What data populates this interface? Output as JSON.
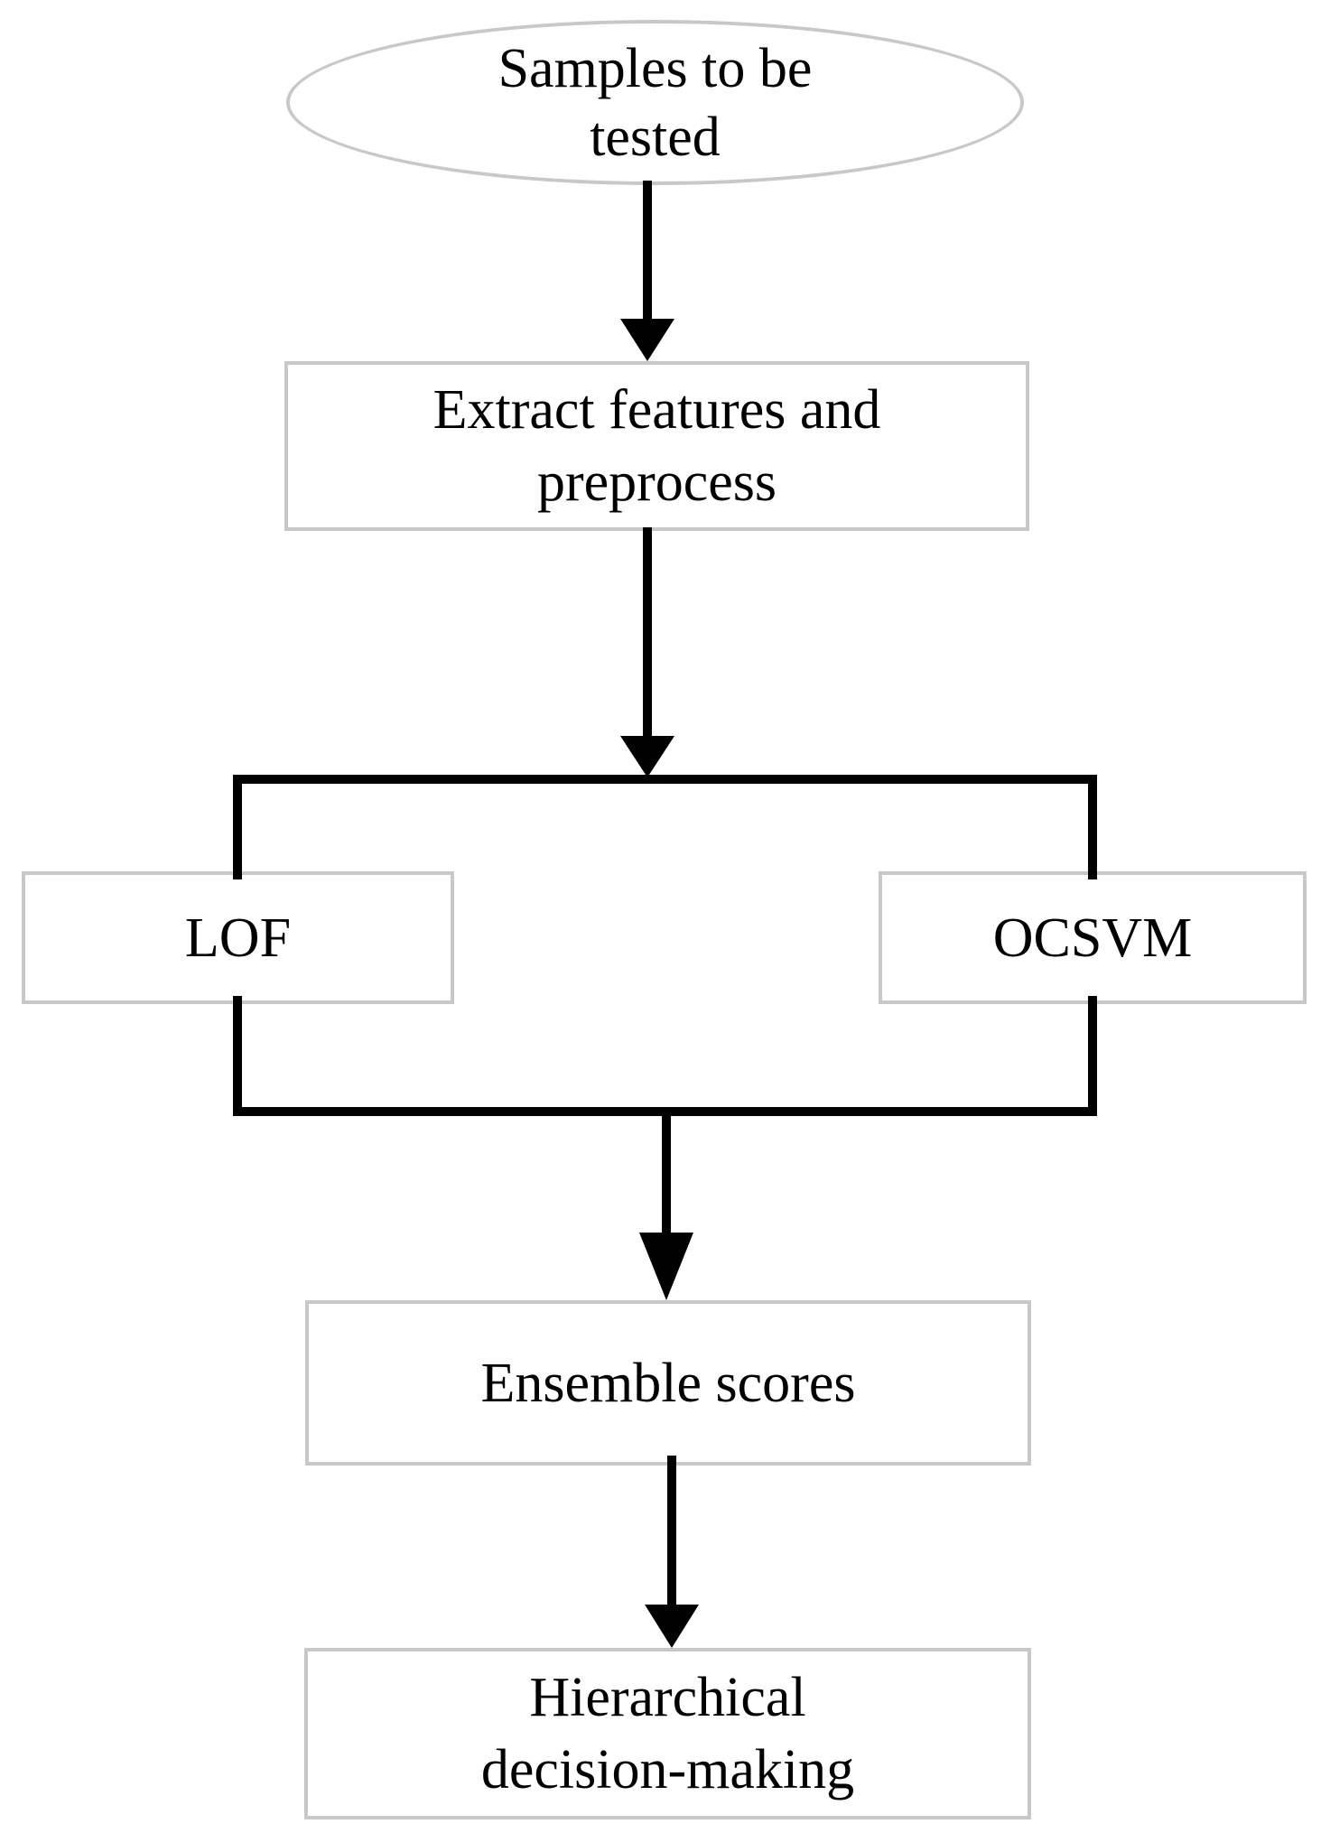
{
  "diagram": {
    "type": "flowchart",
    "colors": {
      "background": "#ffffff",
      "box_border": "#c8c8c8",
      "line": "#000000",
      "text": "#000000"
    },
    "nodes": {
      "samples": {
        "shape": "ellipse",
        "lines": [
          "Samples to be",
          "tested"
        ]
      },
      "extract": {
        "shape": "rect",
        "lines": [
          "Extract features and",
          "preprocess"
        ]
      },
      "lof": {
        "shape": "rect",
        "lines": [
          "LOF"
        ]
      },
      "ocsvm": {
        "shape": "rect",
        "lines": [
          "OCSVM"
        ]
      },
      "ensemble": {
        "shape": "rect",
        "lines": [
          "Ensemble scores"
        ]
      },
      "decision": {
        "shape": "rect",
        "lines": [
          "Hierarchical",
          "decision-making"
        ]
      }
    },
    "edges": [
      {
        "from": "samples",
        "to": "extract",
        "arrowhead": true
      },
      {
        "from": "extract",
        "to": "split",
        "arrowhead": true
      },
      {
        "from": "split",
        "to": "lof",
        "arrowhead": false
      },
      {
        "from": "split",
        "to": "ocsvm",
        "arrowhead": false
      },
      {
        "from": "lof",
        "to": "merge",
        "arrowhead": false
      },
      {
        "from": "ocsvm",
        "to": "merge",
        "arrowhead": false
      },
      {
        "from": "merge",
        "to": "ensemble",
        "arrowhead": true
      },
      {
        "from": "ensemble",
        "to": "decision",
        "arrowhead": true
      }
    ]
  }
}
